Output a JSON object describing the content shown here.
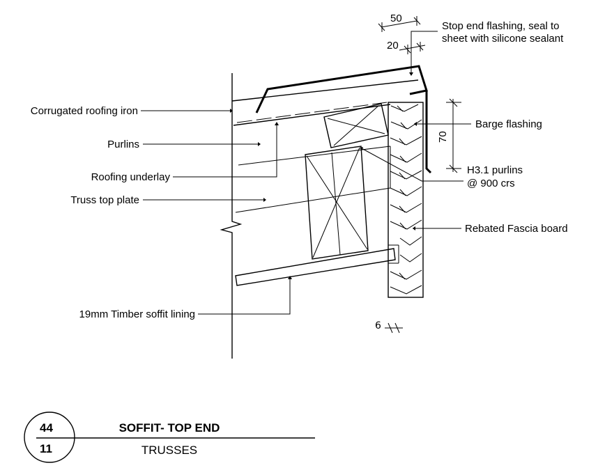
{
  "labels": {
    "corrugated": "Corrugated roofing iron",
    "purlins": "Purlins",
    "underlay": "Roofing underlay",
    "truss_plate": "Truss top plate",
    "soffit": "19mm Timber soffit lining",
    "stop_end_1": "Stop end flashing, seal to",
    "stop_end_2": "sheet with silicone sealant",
    "barge": "Barge flashing",
    "h31_1": "H3.1 purlins",
    "h31_2": "@ 900 crs",
    "fascia": "Rebated Fascia board"
  },
  "dimensions": {
    "d50": "50",
    "d20": "20",
    "d70": "70"
  },
  "handnote": "6",
  "title": {
    "main": "SOFFIT- TOP END",
    "sub": "TRUSSES",
    "ref_top": "44",
    "ref_bottom": "11"
  }
}
